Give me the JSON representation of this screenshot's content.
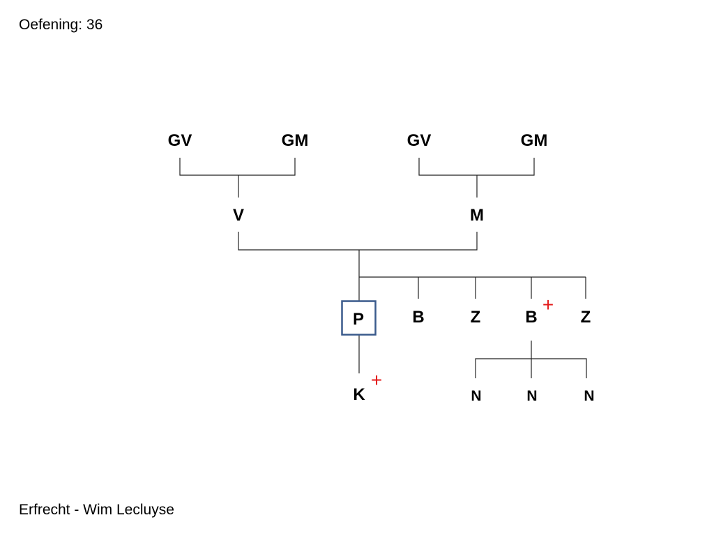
{
  "slide": {
    "title": "Oefening: 36",
    "footer": "Erfrecht - Wim Lecluyse"
  },
  "tree": {
    "colors": {
      "deceased_mark": "#e31b1b",
      "person_box_border": "#3a5a8c",
      "lines": "#222222"
    },
    "deceased_symbol": "+",
    "nodes": {
      "grandfather_paternal": {
        "label": "GV"
      },
      "grandmother_paternal": {
        "label": "GM"
      },
      "grandfather_maternal": {
        "label": "GV"
      },
      "grandmother_maternal": {
        "label": "GM"
      },
      "father": {
        "label": "V"
      },
      "mother": {
        "label": "M"
      },
      "person": {
        "label": "P"
      },
      "brother_1": {
        "label": "B"
      },
      "sister_1": {
        "label": "Z"
      },
      "brother_2": {
        "label": "B",
        "deceased": true
      },
      "sister_2": {
        "label": "Z"
      },
      "child": {
        "label": "K",
        "deceased": true
      },
      "nephew_1": {
        "label": "N"
      },
      "nephew_2": {
        "label": "N"
      },
      "nephew_3": {
        "label": "N"
      }
    }
  }
}
